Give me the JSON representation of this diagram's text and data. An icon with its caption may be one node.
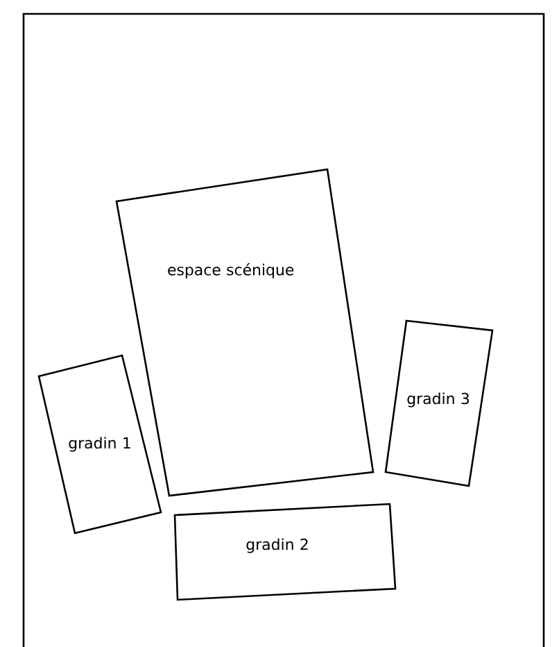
{
  "diagram": {
    "nodes": [
      {
        "text": [
          "espace scénique"
        ]
      },
      {
        "text": [
          "gradin 1"
        ]
      },
      {
        "text": [
          "gradin 3"
        ]
      },
      {
        "text": [
          "gradin 2"
        ]
      }
    ]
  }
}
